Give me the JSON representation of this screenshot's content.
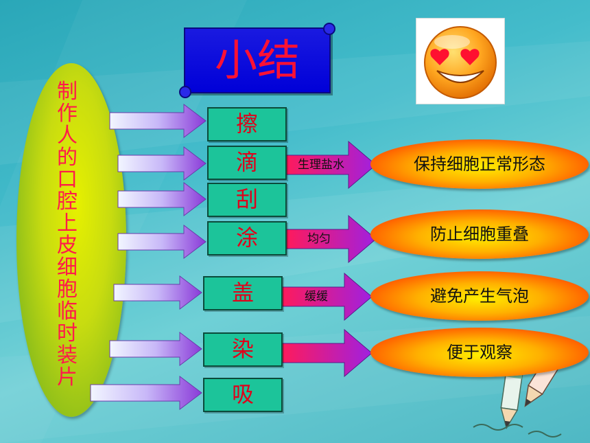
{
  "title": "小结",
  "main_label": "制作人的口腔上皮细胞临时装片",
  "steps": [
    "擦",
    "滴",
    "刮",
    "涂",
    "盖",
    "染",
    "吸"
  ],
  "connectors": [
    {
      "label": "生理盐水",
      "result": "保持细胞正常形态"
    },
    {
      "label": "均匀",
      "result": "防止细胞重叠"
    },
    {
      "label": "缓缓",
      "result": "避免产生气泡"
    },
    {
      "label": "",
      "result": "便于观察"
    }
  ],
  "colors": {
    "title_bg": "#0000d8",
    "title_text": "#ff1133",
    "step_fill": "#1cc49a",
    "step_text": "#e0001a",
    "main_text": "#ff1a4a",
    "arrow_light": "#e8f0ff",
    "arrow_dark": "#8a3ad8",
    "connector_arrow_start": "#ff1a5a",
    "connector_arrow_end": "#a020e0"
  },
  "icons": [
    "smiley-heart-eyes-icon",
    "pencil-icon"
  ]
}
